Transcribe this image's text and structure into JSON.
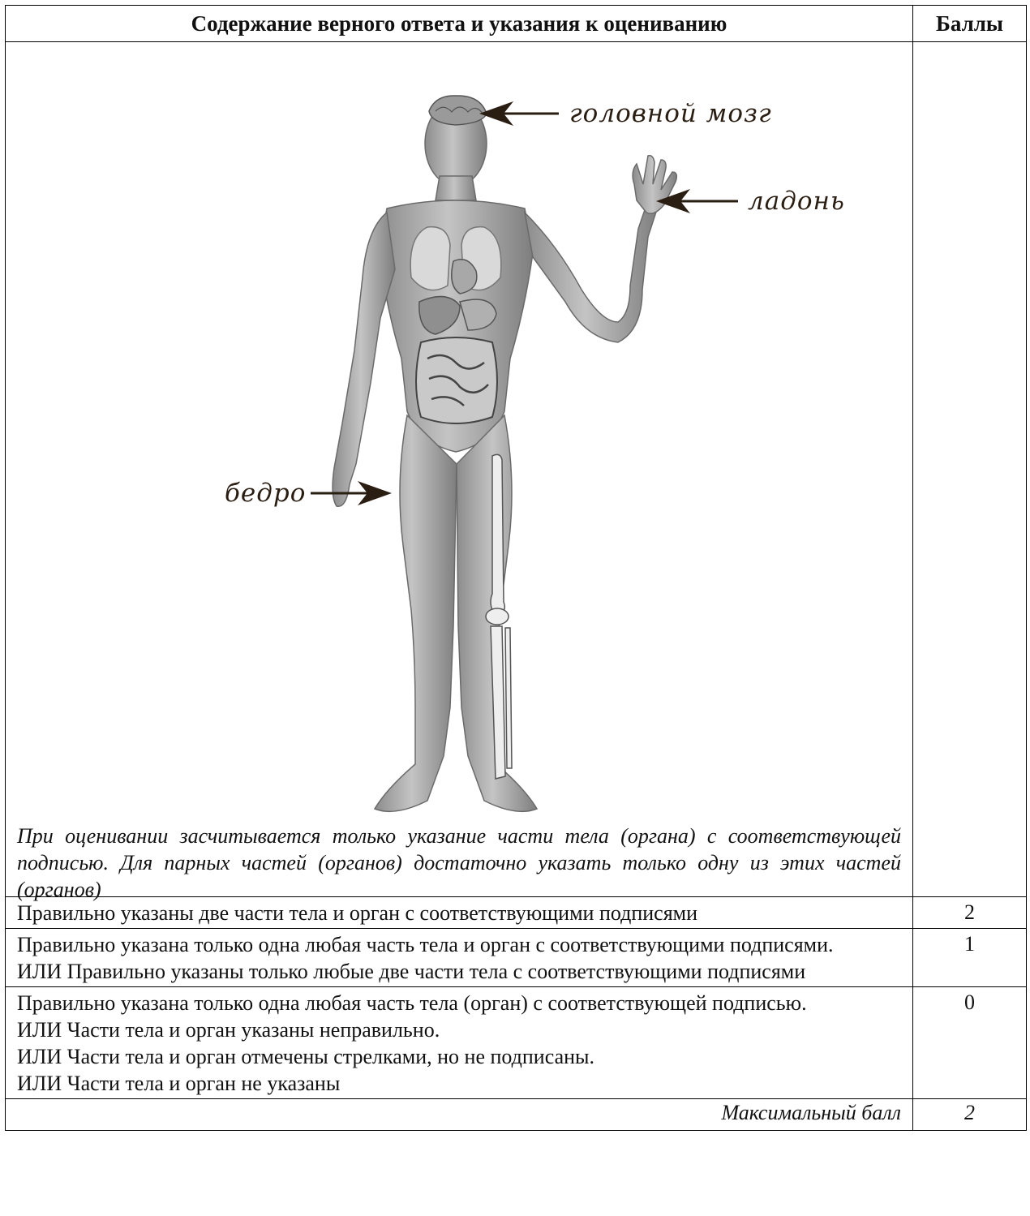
{
  "header": {
    "content_label": "Содержание верного ответа и указания к оцениванию",
    "score_label": "Баллы"
  },
  "figure": {
    "labels": {
      "brain": "головной мозг",
      "palm": "ладонь",
      "thigh": "бедро"
    },
    "note": "При оценивании засчитывается только указание части тела (органа) с соответствующей подписью. Для парных частей (органов) достаточно указать только одну из этих частей (органов)"
  },
  "criteria": [
    {
      "lines": [
        "Правильно указаны две части тела и орган с соответствующими подписями"
      ],
      "score": "2"
    },
    {
      "lines": [
        "Правильно указана только одна любая часть тела и орган с соответствующими подписями.",
        "ИЛИ Правильно указаны только любые две части тела с соответствующими подписями"
      ],
      "score": "1"
    },
    {
      "lines": [
        "Правильно указана только одна любая часть тела (орган) с соответствующей подписью.",
        "ИЛИ Части тела и орган указаны неправильно.",
        "ИЛИ Части тела и орган отмечены стрелками, но не подписаны.",
        "ИЛИ Части тела и орган не указаны"
      ],
      "score": "0"
    }
  ],
  "footer": {
    "max_label": "Максимальный балл",
    "max_score": "2"
  }
}
